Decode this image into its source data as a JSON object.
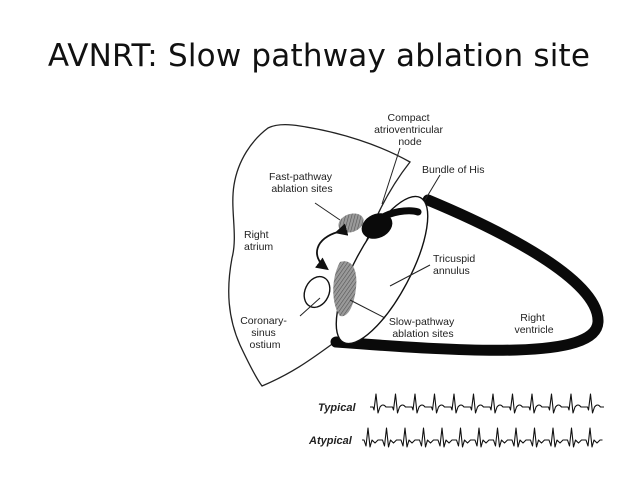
{
  "slide": {
    "title": "AVNRT: Slow pathway ablation site"
  },
  "diagram": {
    "labels": {
      "compact_node": [
        "Compact",
        "atrioventricular",
        "node"
      ],
      "bundle_of_his": "Bundle of His",
      "fast_pathway": [
        "Fast-pathway",
        "ablation sites"
      ],
      "right_atrium": [
        "Right",
        "atrium"
      ],
      "tricuspid_annulus": [
        "Tricuspid",
        "annulus"
      ],
      "coronary_sinus_ostium": [
        "Coronary-",
        "sinus",
        "ostium"
      ],
      "slow_pathway": [
        "Slow-pathway",
        "ablation sites"
      ],
      "right_ventricle": [
        "Right",
        "ventricle"
      ]
    },
    "ecg": {
      "typical_label": "Typical",
      "atypical_label": "Atypical"
    }
  }
}
